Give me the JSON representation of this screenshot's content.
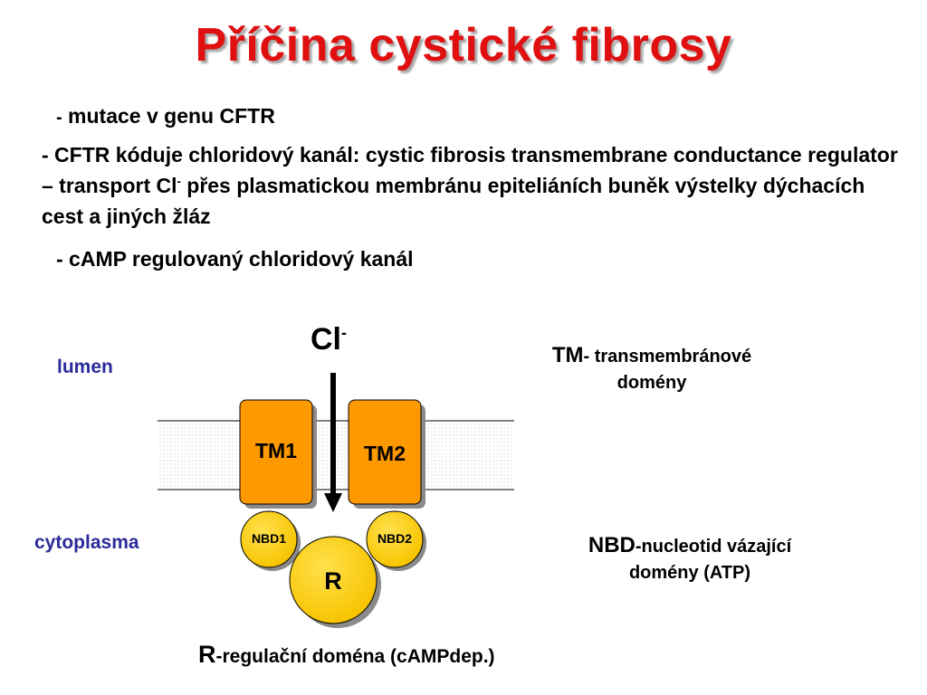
{
  "title": "Příčina cystické fibrosy",
  "bullets": {
    "b1_dash": "-",
    "b1_text": " mutace v genu CFTR",
    "b2_before": "- CFTR kóduje chloridový  kanál: cystic fibrosis transmembrane conductance regulator – transport Cl",
    "b2_sup": "-",
    "b2_after": " přes plasmatickou membránu epiteliáních buněk výstelky dýchacích cest a jiných žláz",
    "b3": "- cAMP regulovaný chloridový  kanál"
  },
  "diagram": {
    "ion": "Cl",
    "ion_charge": "-",
    "lumen_label": "lumen",
    "cytoplasm_label": "cytoplasma",
    "tm1": "TM1",
    "tm2": "TM2",
    "nbd1": "NBD1",
    "nbd2": "NBD2",
    "r": "R",
    "colors": {
      "tm": "#ff9900",
      "nbd": "#ffcc00",
      "r": "#ffcc00",
      "label": "#2b2b9a",
      "title": "#e01010"
    }
  },
  "legend": {
    "tm_abbr": "TM",
    "tm_line1": "- transmembránové",
    "tm_line2": "domény",
    "nbd_abbr": "NBD",
    "nbd_line1": "-nucleotid vázající",
    "nbd_line2": "domény (ATP)",
    "r_abbr": "R",
    "r_text": "-regulační doména (cAMPdep.)"
  }
}
